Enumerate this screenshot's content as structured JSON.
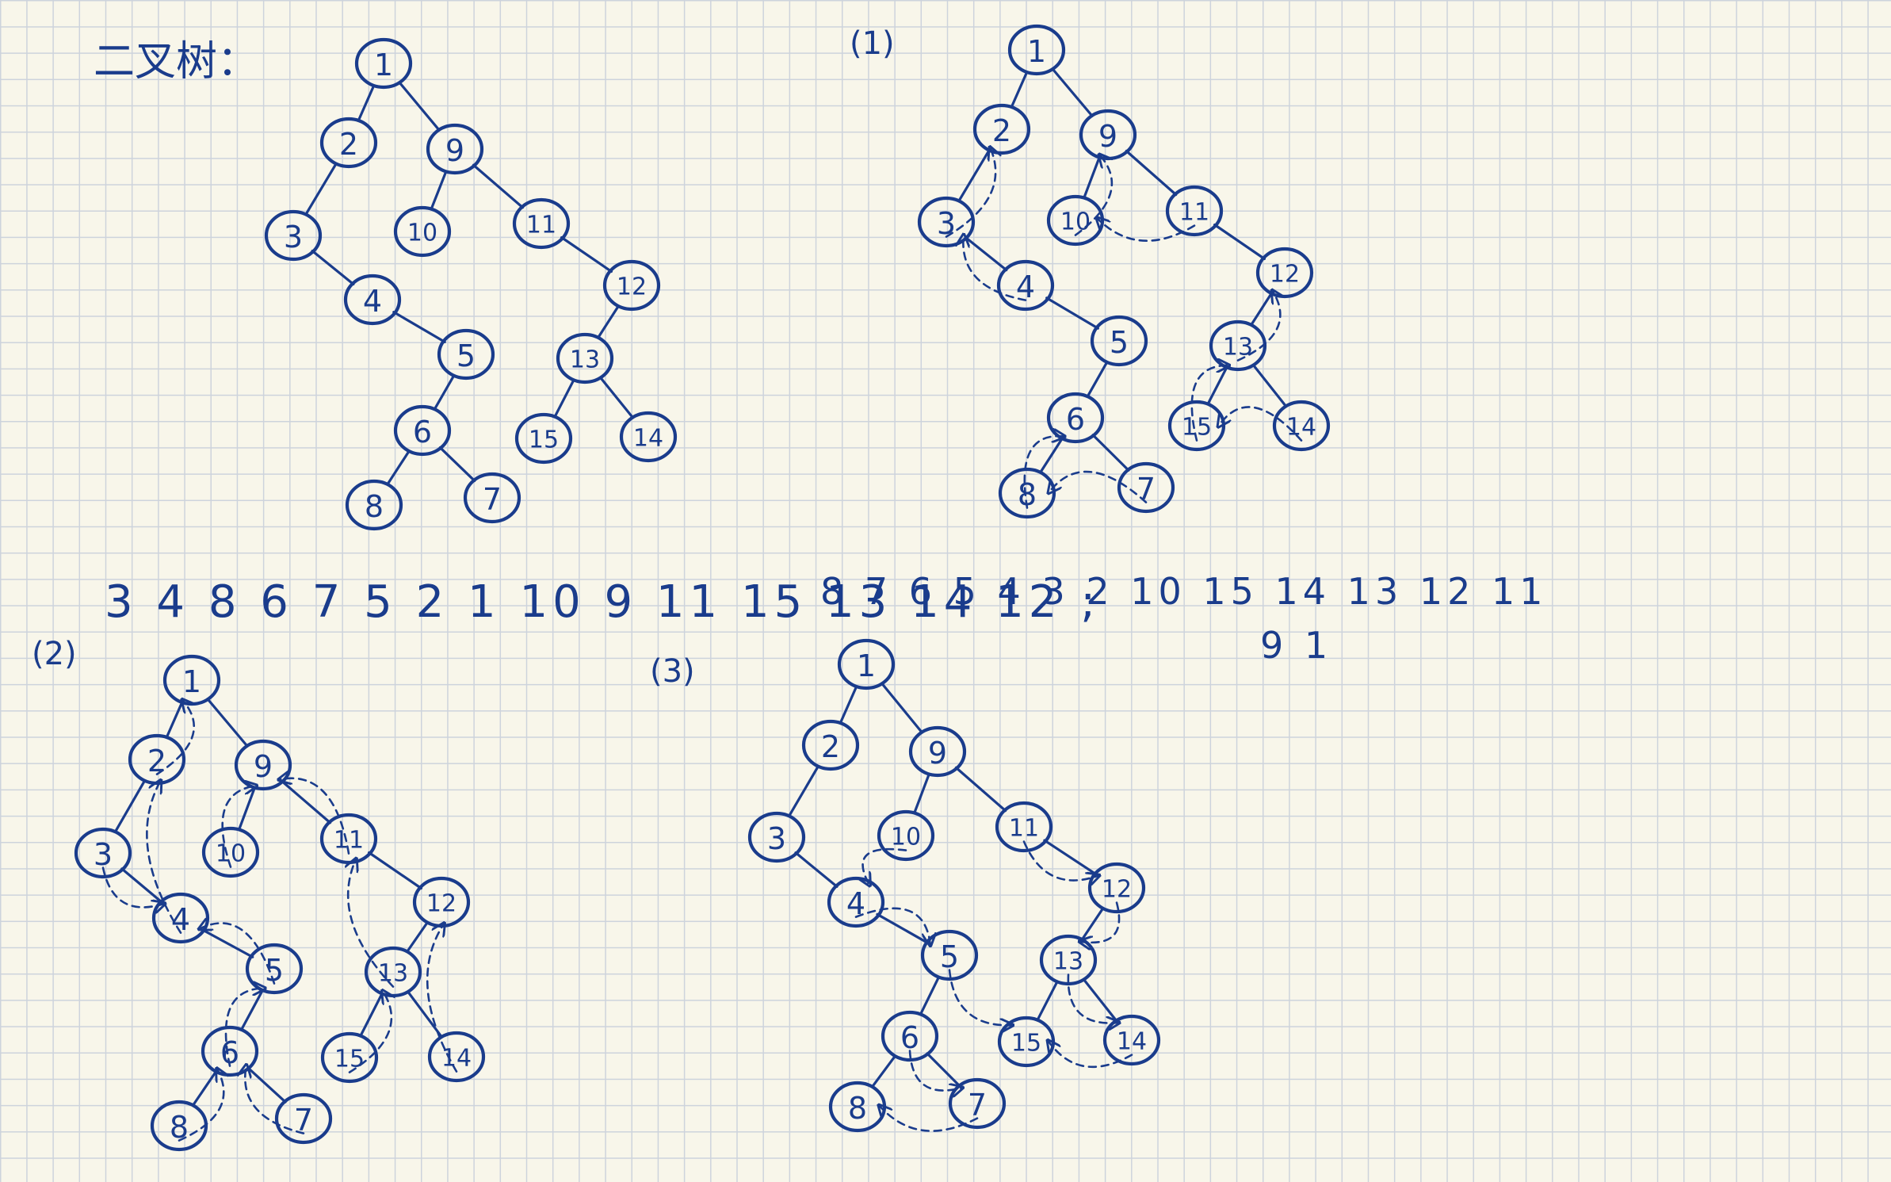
{
  "title": "二叉树：",
  "panel_labels": [
    "(1)",
    "(2)",
    "(3)"
  ],
  "sequence_2": "3 4 8 6 7 5 2 1 10 9 11 15 13 14 12 ;",
  "sequence_3_line1": "8 7 6 5 4 3 2 10 15 14 13 12 11",
  "sequence_3_line2": "9 1",
  "colors": {
    "ink": "#1a3c8c",
    "paper": "#f8f6ea",
    "grid": "#cdd3dc"
  },
  "tree": {
    "nodes": [
      "1",
      "2",
      "9",
      "3",
      "10",
      "11",
      "4",
      "12",
      "5",
      "13",
      "6",
      "15",
      "14",
      "8",
      "7"
    ],
    "edges": [
      [
        "1",
        "2"
      ],
      [
        "1",
        "9"
      ],
      [
        "2",
        "3"
      ],
      [
        "9",
        "10"
      ],
      [
        "9",
        "11"
      ],
      [
        "3",
        "4"
      ],
      [
        "11",
        "12"
      ],
      [
        "4",
        "5"
      ],
      [
        "12",
        "13"
      ],
      [
        "5",
        "6"
      ],
      [
        "13",
        "15"
      ],
      [
        "13",
        "14"
      ],
      [
        "6",
        "8"
      ],
      [
        "6",
        "7"
      ]
    ]
  }
}
